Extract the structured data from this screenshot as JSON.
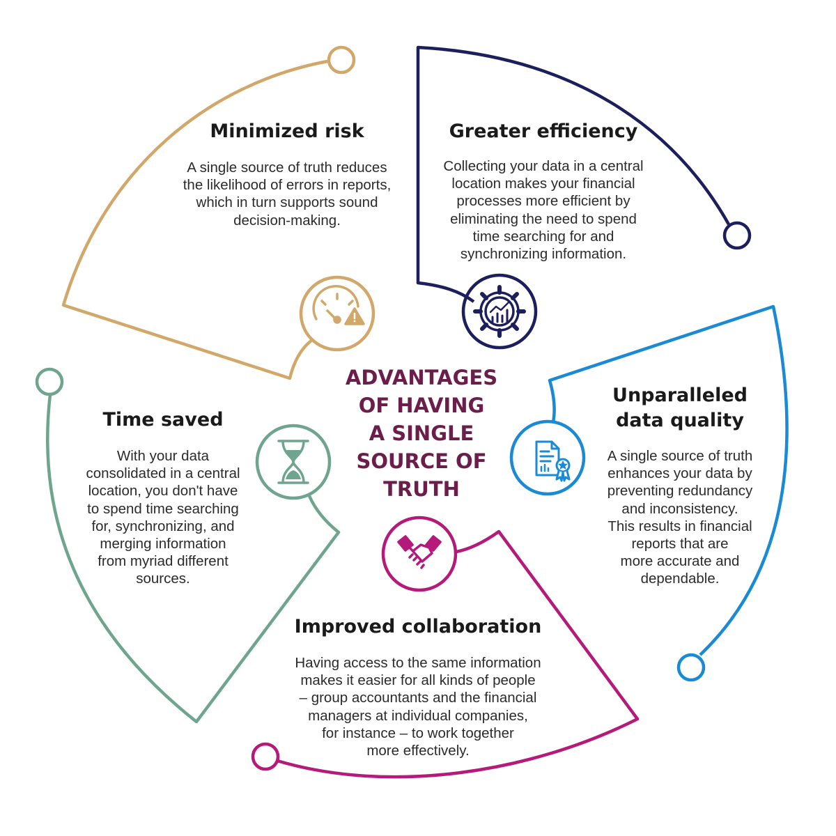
{
  "center": {
    "lines": [
      "ADVANTAGES",
      "OF HAVING",
      "A SINGLE",
      "SOURCE OF",
      "TRUTH"
    ],
    "color": "#6b1e4a"
  },
  "segments": {
    "minimized_risk": {
      "title": "Minimized risk",
      "body": [
        "A single source of truth reduces",
        "the likelihood of errors in reports,",
        "which in turn supports sound",
        "decision-making."
      ],
      "color": "#d1a86a",
      "icon": "speedometer-warning-icon"
    },
    "greater_efficiency": {
      "title": "Greater efficiency",
      "body": [
        "Collecting your data in a central",
        "location makes your financial",
        "processes more efficient by",
        "eliminating the need to spend",
        "time searching for and",
        "synchronizing information."
      ],
      "color": "#1c1f5c",
      "icon": "gear-chart-icon"
    },
    "data_quality": {
      "title": [
        "Unparalleled",
        "data quality"
      ],
      "body": [
        "A single source of truth",
        "enhances your data by",
        "preventing redundancy",
        "and inconsistency.",
        "This results in financial",
        "reports that are",
        "more accurate and",
        "dependable."
      ],
      "color": "#1a8ad4",
      "icon": "certified-document-icon"
    },
    "collaboration": {
      "title": "Improved collaboration",
      "body": [
        "Having access to the same information",
        "makes it easier for all kinds of people",
        "– group accountants and the financial",
        "managers at individual companies,",
        "for instance – to work together",
        "more effectively."
      ],
      "color": "#b5197a",
      "icon": "handshake-icon"
    },
    "time_saved": {
      "title": "Time saved",
      "body": [
        "With your data",
        "consolidated in a central",
        "location, you don't have",
        "to spend time searching",
        "for, synchronizing, and",
        "merging information",
        "from myriad different",
        "sources."
      ],
      "color": "#6fa58e",
      "icon": "hourglass-icon"
    }
  }
}
